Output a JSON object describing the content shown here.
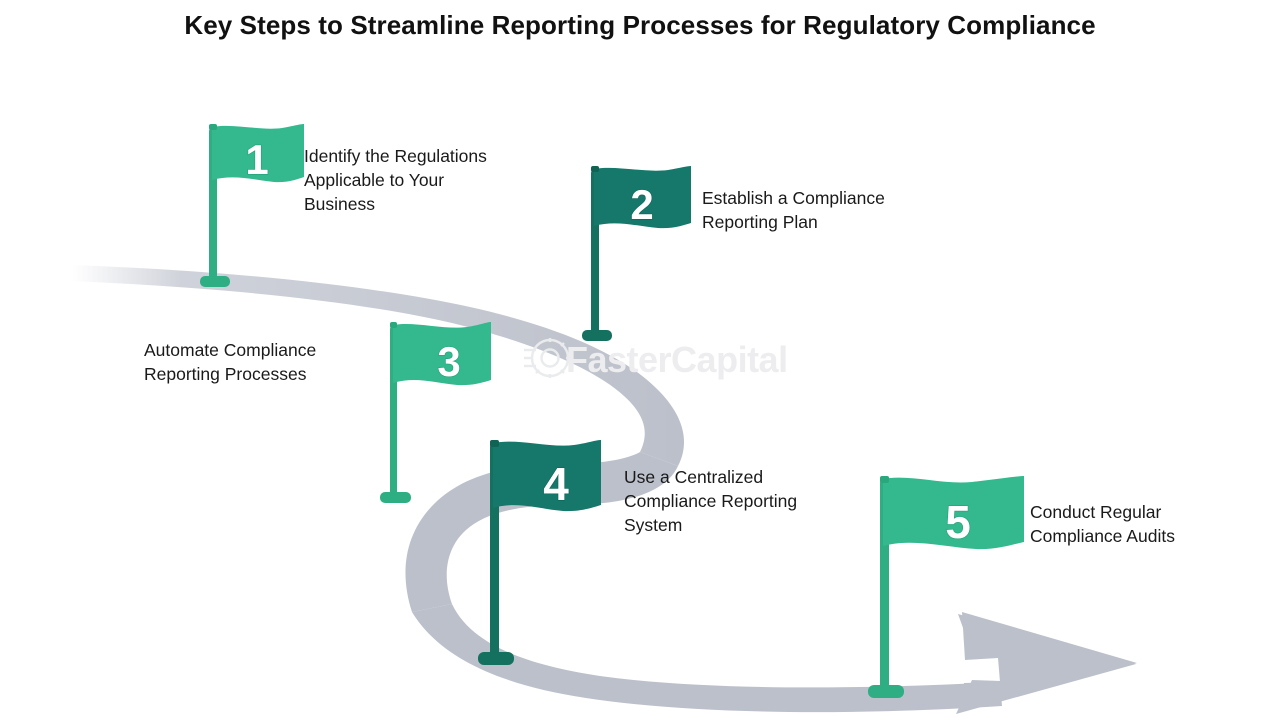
{
  "title": "Key Steps to Streamline Reporting Processes for Regulatory Compliance",
  "watermark": {
    "text": "FasterCapital",
    "icon": "gear-icon",
    "color": "#eceef0"
  },
  "colors": {
    "flag_light": "#33b98d",
    "flag_dark": "#15786a",
    "pole_light": "#2fae84",
    "pole_dark": "#14705f",
    "road": "#bcc0ca",
    "road_fade": "#d7dade",
    "number": "#ffffff",
    "text": "#1a1a1a",
    "background": "#ffffff"
  },
  "road": {
    "shape": "s-curve-arrow",
    "direction": "left-to-right",
    "arrowhead": true
  },
  "steps": [
    {
      "number": "1",
      "label": "Identify the Regulations\nApplicable to Your\nBusiness",
      "tone": "light",
      "label_side": "right"
    },
    {
      "number": "2",
      "label": "Establish a Compliance\nReporting Plan",
      "tone": "dark",
      "label_side": "right"
    },
    {
      "number": "3",
      "label": "Automate Compliance\nReporting Processes",
      "tone": "light",
      "label_side": "left"
    },
    {
      "number": "4",
      "label": "Use a Centralized\nCompliance Reporting\nSystem",
      "tone": "dark",
      "label_side": "right"
    },
    {
      "number": "5",
      "label": "Conduct Regular\nCompliance Audits",
      "tone": "light",
      "label_side": "right"
    }
  ]
}
